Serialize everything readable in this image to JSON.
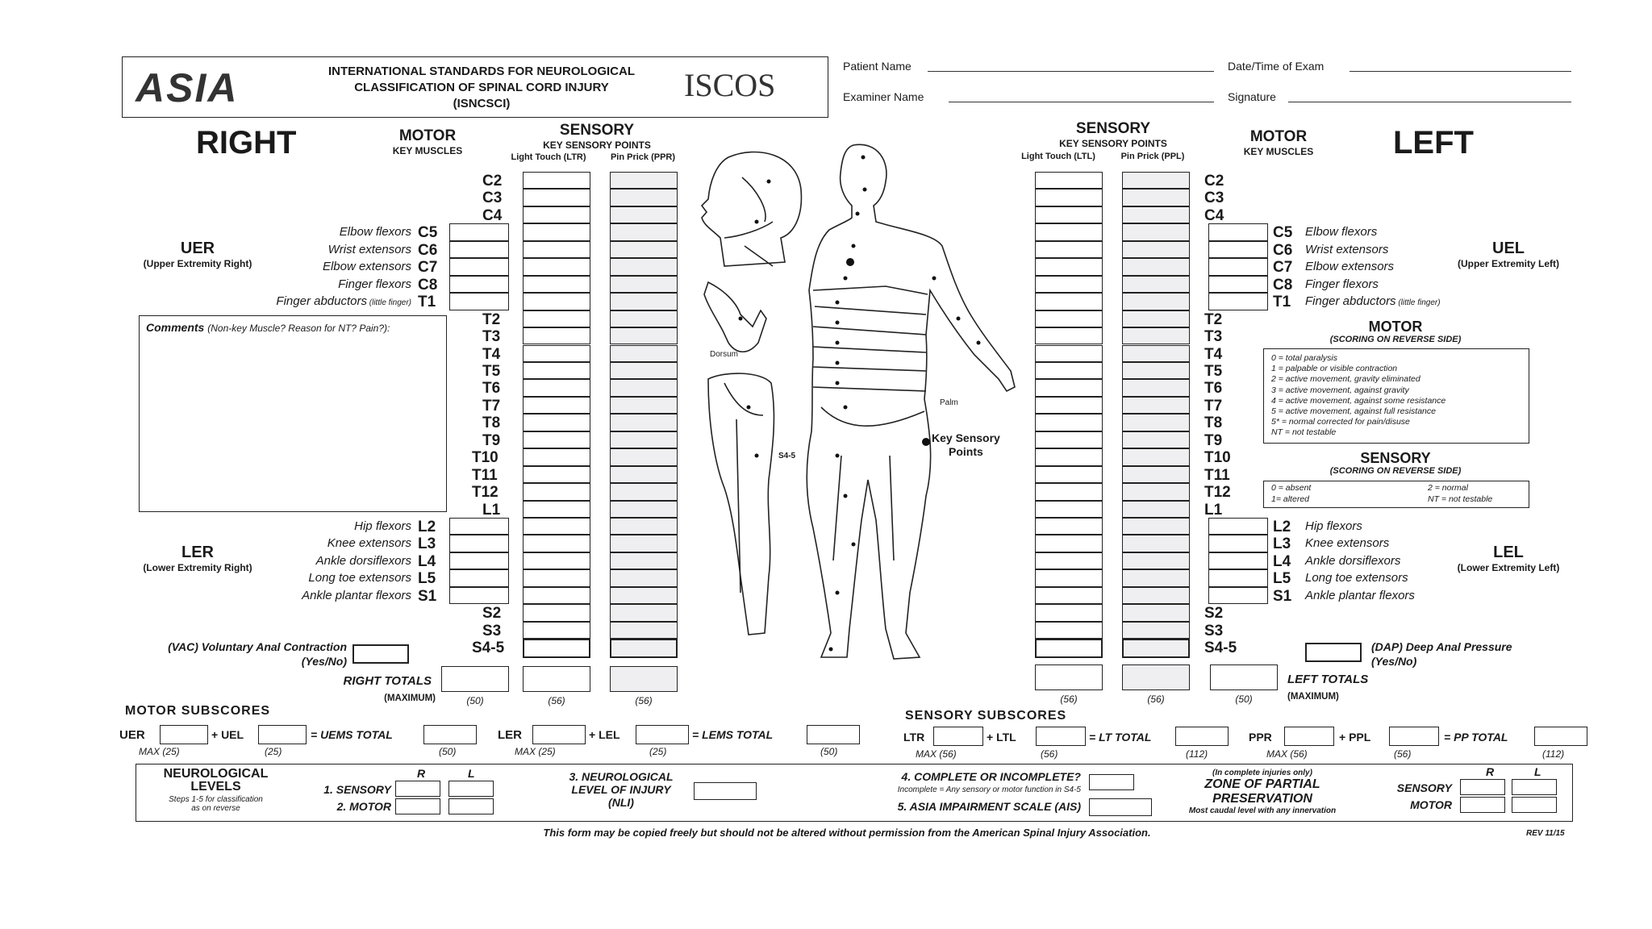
{
  "header": {
    "logo_asia": "ASIA",
    "title_line1": "INTERNATIONAL STANDARDS FOR NEUROLOGICAL",
    "title_line2": "CLASSIFICATION OF SPINAL CORD INJURY",
    "title_line3": "(ISNCSCI)",
    "logo_iscos": "ISCOS",
    "patient_name_label": "Patient Name",
    "date_label": "Date/Time of Exam",
    "examiner_label": "Examiner Name",
    "signature_label": "Signature"
  },
  "right": {
    "side_title": "RIGHT",
    "motor_title": "MOTOR",
    "motor_sub": "KEY MUSCLES",
    "sensory_title": "SENSORY",
    "sensory_sub": "KEY SENSORY POINTS",
    "ltr_label": "Light Touch (LTR)",
    "ppr_label": "Pin Prick (PPR)",
    "uer_title": "UER",
    "uer_sub": "(Upper Extremity Right)",
    "ler_title": "LER",
    "ler_sub": "(Lower Extremity Right)",
    "comments_label": "Comments",
    "comments_hint": "(Non-key Muscle? Reason for NT? Pain?):",
    "vac_label": "(VAC) Voluntary Anal Contraction",
    "vac_sub": "(Yes/No)",
    "totals_label": "RIGHT TOTALS",
    "maximum_label": "(MAXIMUM)",
    "max_motor": "(50)",
    "max_ltr": "(56)",
    "max_ppr": "(56)"
  },
  "left": {
    "side_title": "LEFT",
    "motor_title": "MOTOR",
    "motor_sub": "KEY MUSCLES",
    "sensory_title": "SENSORY",
    "sensory_sub": "KEY SENSORY POINTS",
    "ltl_label": "Light Touch (LTL)",
    "ppl_label": "Pin Prick (PPL)",
    "uel_title": "UEL",
    "uel_sub": "(Upper Extremity Left)",
    "lel_title": "LEL",
    "lel_sub": "(Lower Extremity Left)",
    "dap_label": "(DAP) Deep Anal Pressure",
    "dap_sub": "(Yes/No)",
    "totals_label": "LEFT TOTALS",
    "maximum_label": "(MAXIMUM)",
    "max_ltl": "(56)",
    "max_ppl": "(56)",
    "max_motor": "(50)"
  },
  "levels": [
    "C2",
    "C3",
    "C4",
    "C5",
    "C6",
    "C7",
    "C8",
    "T1",
    "T2",
    "T3",
    "T4",
    "T5",
    "T6",
    "T7",
    "T8",
    "T9",
    "T10",
    "T11",
    "T12",
    "L1",
    "L2",
    "L3",
    "L4",
    "L5",
    "S1",
    "S2",
    "S3",
    "S4-5"
  ],
  "muscles": {
    "C5": "Elbow flexors",
    "C6": "Wrist extensors",
    "C7": "Elbow extensors",
    "C8": "Finger flexors",
    "T1": "Finger abductors",
    "T1_note": "(little finger)",
    "L2": "Hip flexors",
    "L3": "Knee extensors",
    "L4": "Ankle dorsiflexors",
    "L5": "Long toe extensors",
    "S1": "Ankle plantar flexors"
  },
  "motor_scale": {
    "title": "MOTOR",
    "sub": "(SCORING ON REVERSE SIDE)",
    "items": [
      "0 = total paralysis",
      "1 = palpable or visible contraction",
      "2 = active movement, gravity eliminated",
      "3 = active movement, against gravity",
      "4 = active movement, against some resistance",
      "5 = active movement, against full resistance",
      "5* = normal corrected for pain/disuse",
      "NT = not testable"
    ]
  },
  "sensory_scale": {
    "title": "SENSORY",
    "sub": "(SCORING ON REVERSE SIDE)",
    "item1": "0 = absent",
    "item2": "1= altered",
    "item3": "2 = normal",
    "item4": "NT = not testable"
  },
  "diagram": {
    "key_points_label": "Key Sensory",
    "key_points_label2": "Points",
    "dorsum": "Dorsum",
    "palm": "Palm",
    "s45": "S4-5"
  },
  "motor_subscores": {
    "title": "MOTOR SUBSCORES",
    "uer": "UER",
    "uel": "+ UEL",
    "uems": "= UEMS TOTAL",
    "ler": "LER",
    "lel": "+ LEL",
    "lems": "= LEMS TOTAL",
    "max": "MAX (25)",
    "m25": "(25)",
    "m50": "(50)"
  },
  "sensory_subscores": {
    "title": "SENSORY SUBSCORES",
    "ltr": "LTR",
    "ltl": "+ LTL",
    "lt_total": "= LT TOTAL",
    "ppr": "PPR",
    "ppl": "+ PPL",
    "pp_total": "= PP TOTAL",
    "max56": "MAX (56)",
    "m56": "(56)",
    "m112": "(112)"
  },
  "neuro": {
    "title1": "NEUROLOGICAL",
    "title2": "LEVELS",
    "steps": "Steps 1-5 for classification",
    "steps2": "as on reverse",
    "r": "R",
    "l": "L",
    "sensory": "1. SENSORY",
    "motor": "2. MOTOR",
    "nli1": "3. NEUROLOGICAL",
    "nli2": "LEVEL OF INJURY",
    "nli3": "(NLI)",
    "complete": "4. COMPLETE OR INCOMPLETE?",
    "complete_sub": "Incomplete = Any sensory or motor function in S4-5",
    "ais": "5. ASIA IMPAIRMENT SCALE (AIS)",
    "zpp_note": "(In complete injuries only)",
    "zpp1": "ZONE OF PARTIAL",
    "zpp2": "PRESERVATION",
    "zpp_sub": "Most caudal level with any innervation",
    "zpp_sensory": "SENSORY",
    "zpp_motor": "MOTOR"
  },
  "footer": {
    "copy": "This form may be copied freely but should not be altered without permission from the American Spinal Injury Association.",
    "rev": "REV 11/15"
  }
}
